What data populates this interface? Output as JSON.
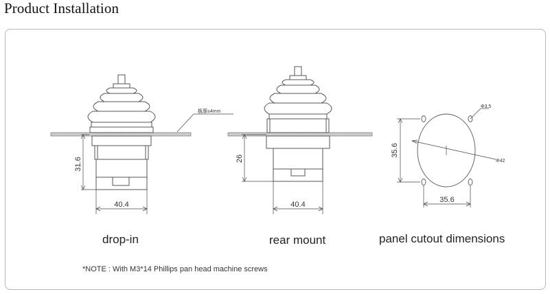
{
  "page": {
    "title": "Product Installation"
  },
  "captions": {
    "drop_in": "drop-in",
    "rear_mount": "rear mount",
    "panel_cutout": "panel cutout dimensions"
  },
  "dimensions": {
    "drop_in_height": "31.6",
    "drop_in_width": "40.4",
    "rear_mount_height": "26",
    "rear_mount_width": "40.4",
    "cutout_height": "35.6",
    "cutout_width": "35.6",
    "hole_diameter": "Φ3.5",
    "cutout_diameter": "Φ42",
    "panel_thickness": "板厚≤4mm"
  },
  "note": "*NOTE : With M3*14 Phillips pan head machine screws"
}
